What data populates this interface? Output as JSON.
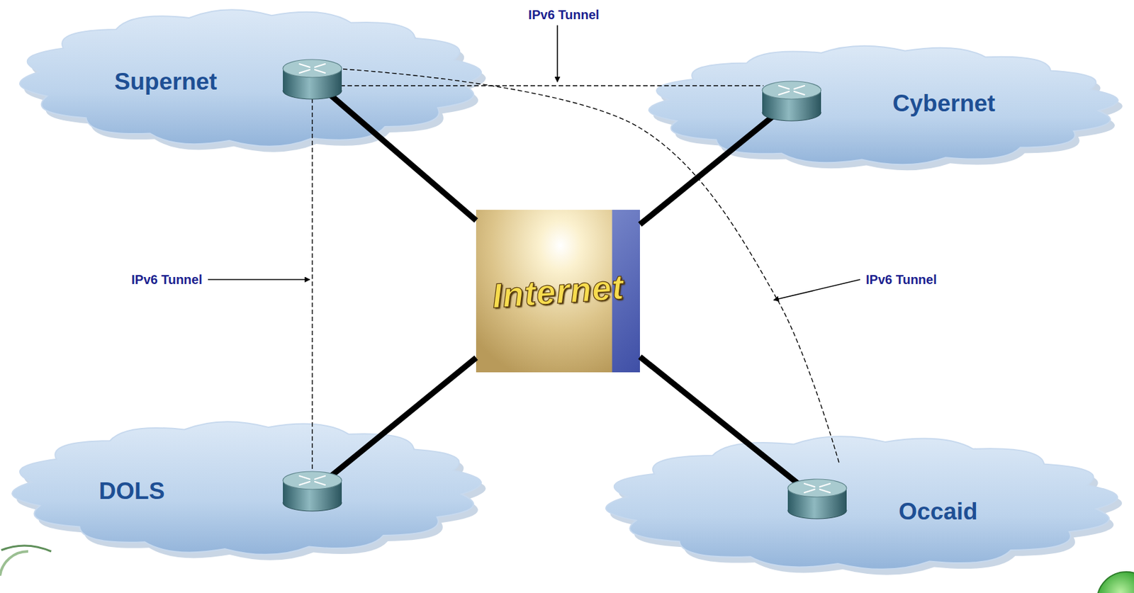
{
  "diagram": {
    "nodes": [
      {
        "text": [
          "Supernet"
        ]
      },
      {
        "text": [
          "Cybernet"
        ]
      },
      {
        "text": [
          "Internet"
        ]
      },
      {
        "text": [
          "DOLS"
        ]
      },
      {
        "text": [
          "Occaid"
        ]
      }
    ],
    "edges": [
      {
        "from": 0,
        "to": 2,
        "arrow": "none"
      },
      {
        "from": 1,
        "to": 2,
        "arrow": "none"
      },
      {
        "from": 3,
        "to": 2,
        "arrow": "none"
      },
      {
        "from": 4,
        "to": 2,
        "arrow": "none"
      },
      {
        "from": 0,
        "to": 1,
        "arrow": "none"
      },
      {
        "from": 0,
        "to": 3,
        "arrow": "none"
      },
      {
        "from": 0,
        "to": 4,
        "arrow": "none"
      }
    ],
    "labels": [
      "IPv6 Tunnel",
      "IPv6 Tunnel",
      "IPv6 Tunnel"
    ]
  }
}
